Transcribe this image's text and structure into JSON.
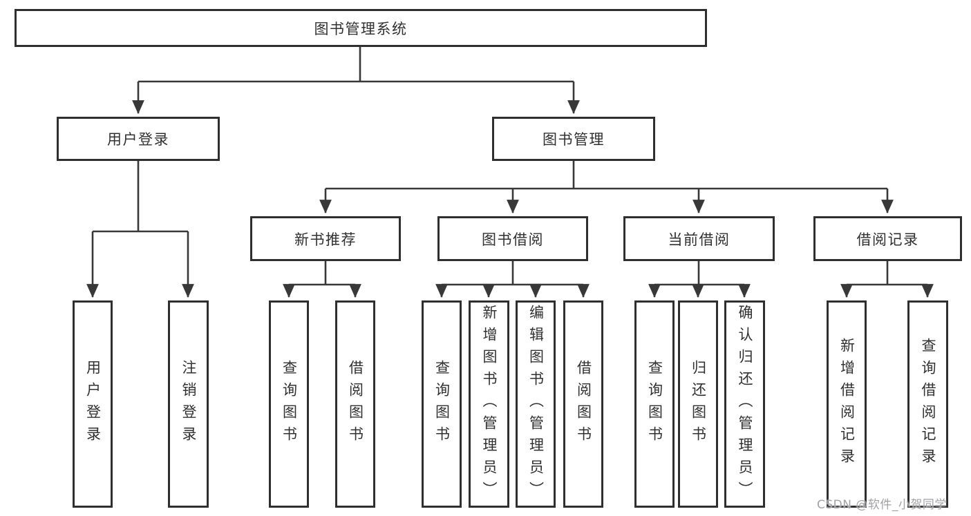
{
  "diagram": {
    "title": "图书管理系统",
    "type": "hierarchy-tree",
    "root": {
      "label": "图书管理系统"
    },
    "level2": [
      {
        "label": "用户登录"
      },
      {
        "label": "图书管理"
      }
    ],
    "level3": [
      {
        "label": "新书推荐",
        "parent": "图书管理"
      },
      {
        "label": "图书借阅",
        "parent": "图书管理"
      },
      {
        "label": "当前借阅",
        "parent": "图书管理"
      },
      {
        "label": "借阅记录",
        "parent": "图书管理"
      }
    ],
    "leaves": [
      {
        "label": "用户登录",
        "parent": "用户登录"
      },
      {
        "label": "注销登录",
        "parent": "用户登录"
      },
      {
        "label": "查询图书",
        "parent": "新书推荐"
      },
      {
        "label": "借阅图书",
        "parent": "新书推荐"
      },
      {
        "label": "查询图书",
        "parent": "图书借阅"
      },
      {
        "label": "新增图书（管理员）",
        "parent": "图书借阅"
      },
      {
        "label": "编辑图书（管理员）",
        "parent": "图书借阅"
      },
      {
        "label": "借阅图书",
        "parent": "图书借阅"
      },
      {
        "label": "查询图书",
        "parent": "当前借阅"
      },
      {
        "label": "归还图书",
        "parent": "当前借阅"
      },
      {
        "label": "确认归还（管理员）",
        "parent": "当前借阅"
      },
      {
        "label": "新增借阅记录",
        "parent": "借阅记录"
      },
      {
        "label": "查询借阅记录",
        "parent": "借阅记录"
      }
    ]
  },
  "watermark": {
    "text": "CSDN @软件_小贺同学",
    "color": "#a2a2a6"
  },
  "colors": {
    "background": "#ffffff",
    "box_border": "#2f2f2f",
    "line": "#383838",
    "text": "#303030"
  }
}
